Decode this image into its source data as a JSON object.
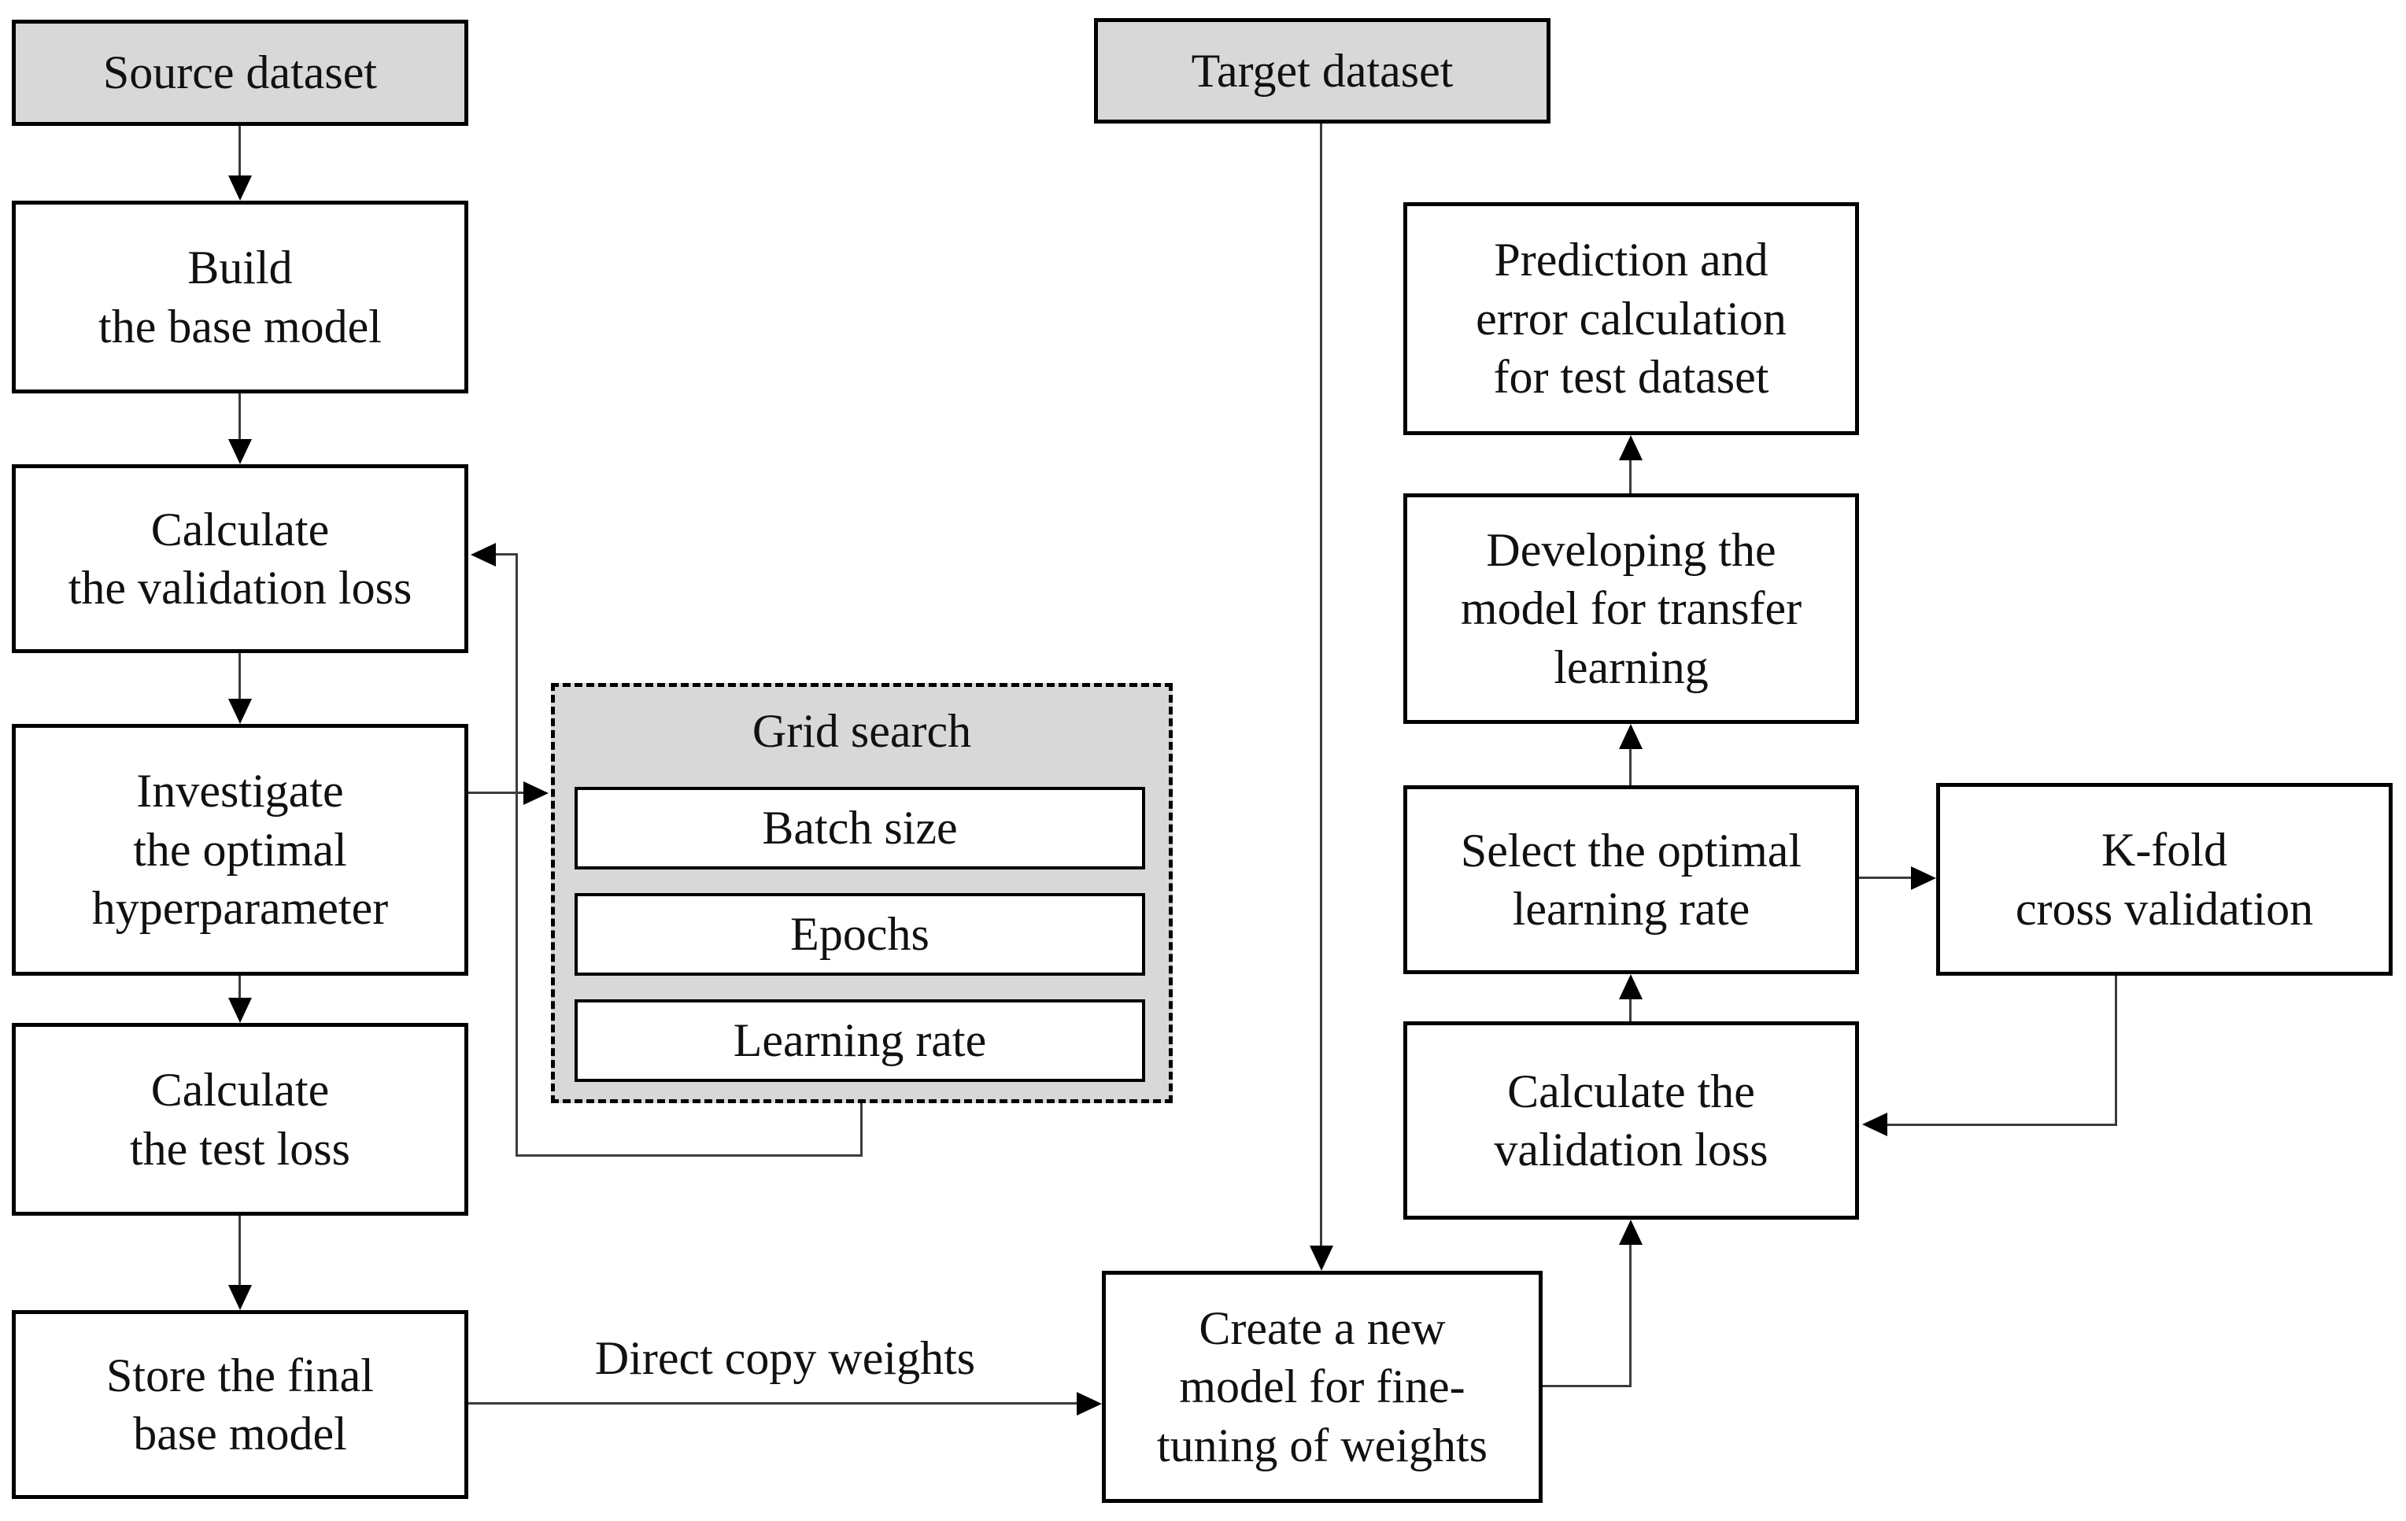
{
  "diagram": {
    "title": "Transfer learning workflow flowchart",
    "colors": {
      "background": "#ffffff",
      "box_fill": "#ffffff",
      "shaded_fill": "#d8d8d8",
      "border": "#000000",
      "connector_line": "#3c3c3c",
      "text": "#111111"
    },
    "nodes": {
      "source_dataset": {
        "label": "Source dataset"
      },
      "build_base_model": {
        "lines": [
          "Build",
          "the base model"
        ]
      },
      "calc_validation_loss": {
        "lines": [
          "Calculate",
          "the validation loss"
        ]
      },
      "investigate_hyperparameter": {
        "lines": [
          "Investigate",
          "the optimal",
          "hyperparameter"
        ]
      },
      "calc_test_loss": {
        "lines": [
          "Calculate",
          "the test loss"
        ]
      },
      "store_final_base_model": {
        "lines": [
          "Store the final",
          "base model"
        ]
      },
      "grid_search": {
        "title": "Grid search",
        "items": [
          "Batch size",
          "Epochs",
          "Learning rate"
        ]
      },
      "target_dataset": {
        "label": "Target dataset"
      },
      "prediction_error": {
        "lines": [
          "Prediction and",
          "error calculation",
          "for test dataset"
        ]
      },
      "developing_transfer_model": {
        "lines": [
          "Developing the",
          "model for transfer",
          "learning"
        ]
      },
      "select_optimal_lr": {
        "lines": [
          "Select the optimal",
          "learning rate"
        ]
      },
      "calc_validation_loss_target": {
        "lines": [
          "Calculate the",
          "validation loss"
        ]
      },
      "kfold_cross_validation": {
        "lines": [
          "K-fold",
          "cross validation"
        ]
      },
      "create_new_model": {
        "lines": [
          "Create a new",
          "model for fine-",
          "tuning of weights"
        ]
      }
    },
    "edge_labels": {
      "direct_copy_weights": "Direct copy weights"
    }
  }
}
